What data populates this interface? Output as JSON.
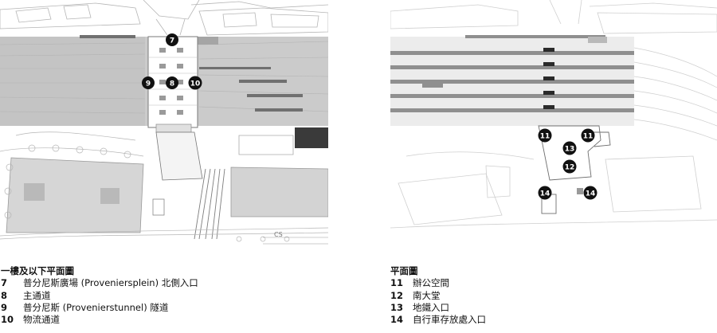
{
  "left_plan": {
    "markers": [
      "7",
      "8",
      "9",
      "10"
    ],
    "corner_label": "CS"
  },
  "right_plan": {
    "markers": [
      "11",
      "11",
      "12",
      "13",
      "14",
      "14"
    ]
  },
  "legend_left": {
    "title": "一樓及以下平面圖",
    "items": [
      {
        "num": "7",
        "label": "普分尼斯廣場 (Proveniersplein) 北側入口"
      },
      {
        "num": "8",
        "label": "主通道"
      },
      {
        "num": "9",
        "label": "普分尼斯 (Provenierstunnel) 隧道"
      },
      {
        "num": "10",
        "label": "物流通道"
      }
    ]
  },
  "legend_right": {
    "title": "平面圖",
    "items": [
      {
        "num": "11",
        "label": "辦公空間"
      },
      {
        "num": "12",
        "label": "南大堂"
      },
      {
        "num": "13",
        "label": "地鐵入口"
      },
      {
        "num": "14",
        "label": "自行車存放處入口"
      }
    ]
  },
  "colors": {
    "marker": "#111111",
    "tracks_fill": "#c9c9c9",
    "block_fill": "#d2d2d2",
    "line": "#9a9a9a",
    "platform": "#8f8f8f"
  }
}
